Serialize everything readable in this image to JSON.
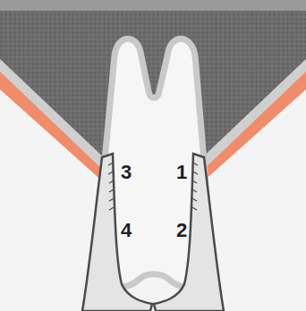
{
  "diagram": {
    "labels": [
      "3",
      "1",
      "4",
      "2"
    ]
  }
}
